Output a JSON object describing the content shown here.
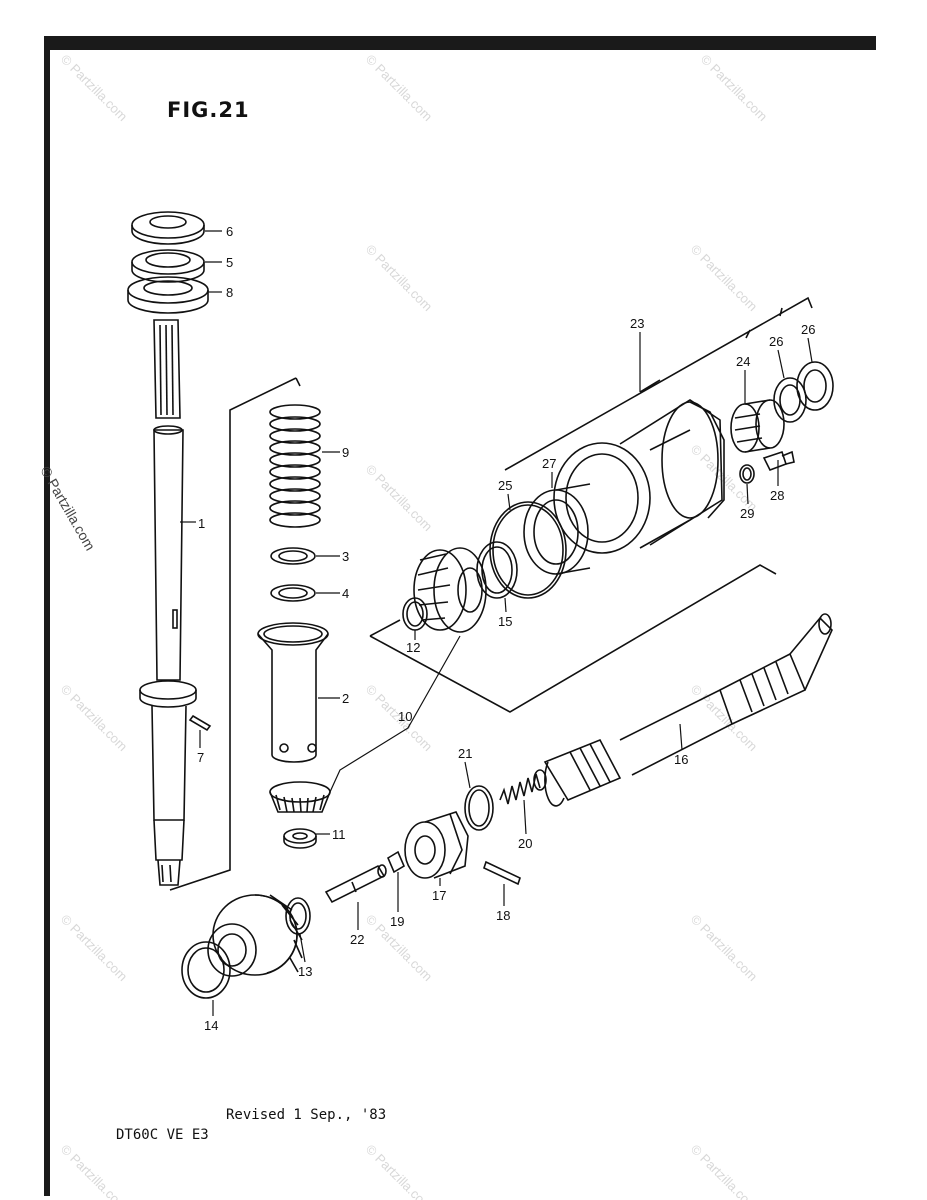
{
  "figure": {
    "title": "FIG.21"
  },
  "footer": {
    "revision": "Revised 1 Sep., '83",
    "model": "DT60C VE E3"
  },
  "watermark": {
    "text": "© Partzilla.com"
  },
  "callouts": [
    "1",
    "2",
    "3",
    "4",
    "5",
    "6",
    "7",
    "8",
    "9",
    "10",
    "11",
    "12",
    "13",
    "14",
    "15",
    "16",
    "17",
    "18",
    "19",
    "20",
    "21",
    "22",
    "23",
    "24",
    "25",
    "26",
    "26",
    "27",
    "28",
    "29"
  ]
}
